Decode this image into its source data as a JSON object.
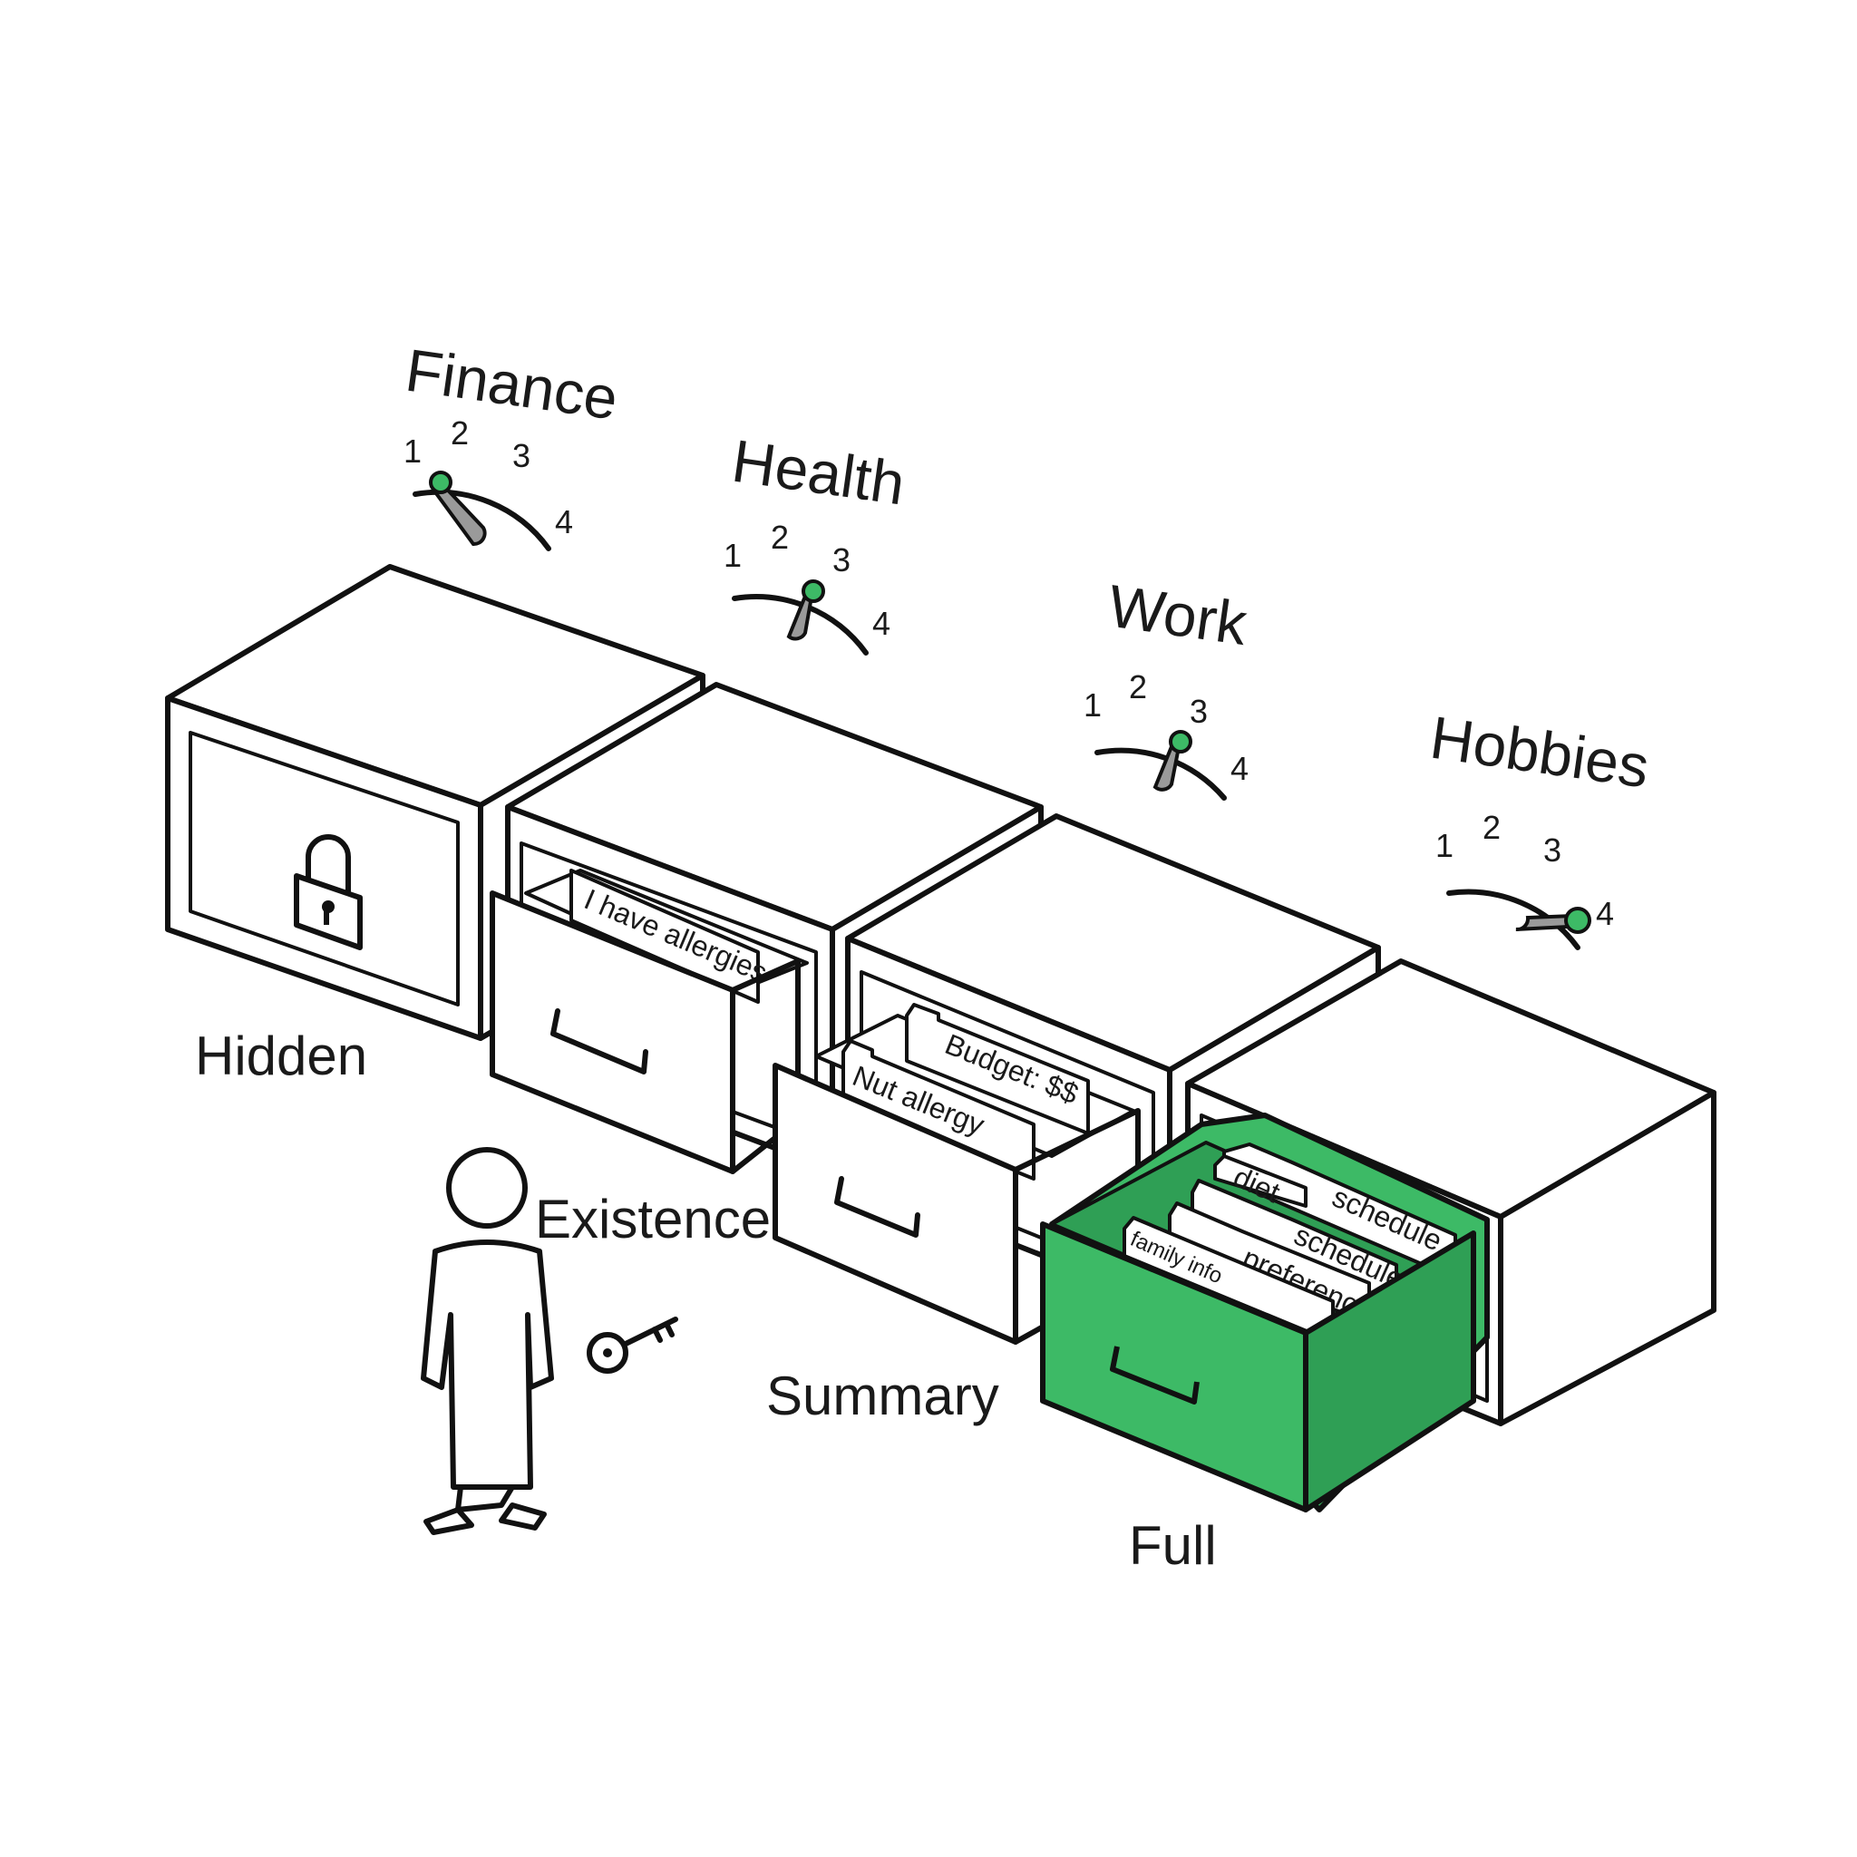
{
  "title": "",
  "colors": {
    "accent_green": "#3dba66",
    "outline": "#111111",
    "needle": "#9a9a9a",
    "paper": "#ffffff"
  },
  "dials": [
    {
      "category": "Finance",
      "level": 1,
      "scale": [
        "1",
        "2",
        "3",
        "4"
      ]
    },
    {
      "category": "Health",
      "level": 3,
      "scale": [
        "1",
        "2",
        "3",
        "4"
      ]
    },
    {
      "category": "Work",
      "level": 3,
      "scale": [
        "1",
        "2",
        "3",
        "4"
      ]
    },
    {
      "category": "Hobbies",
      "level": 4,
      "scale": [
        "1",
        "2",
        "3",
        "4"
      ]
    }
  ],
  "drawers": [
    {
      "level_label": "Hidden",
      "state": "locked",
      "icon": "padlock-icon",
      "files": []
    },
    {
      "level_label": "Existence",
      "state": "slightly-open",
      "files": [
        "I have allergies"
      ]
    },
    {
      "level_label": "Summary",
      "state": "open",
      "files": [
        "Nut allergy",
        "Budget: $$"
      ]
    },
    {
      "level_label": "Full",
      "state": "fully-open",
      "highlight": true,
      "files": [
        "family info",
        "preferences",
        "schedule",
        "diet",
        "schedule"
      ]
    }
  ],
  "viewer": {
    "figure": "person-icon",
    "holds": "key-icon"
  }
}
